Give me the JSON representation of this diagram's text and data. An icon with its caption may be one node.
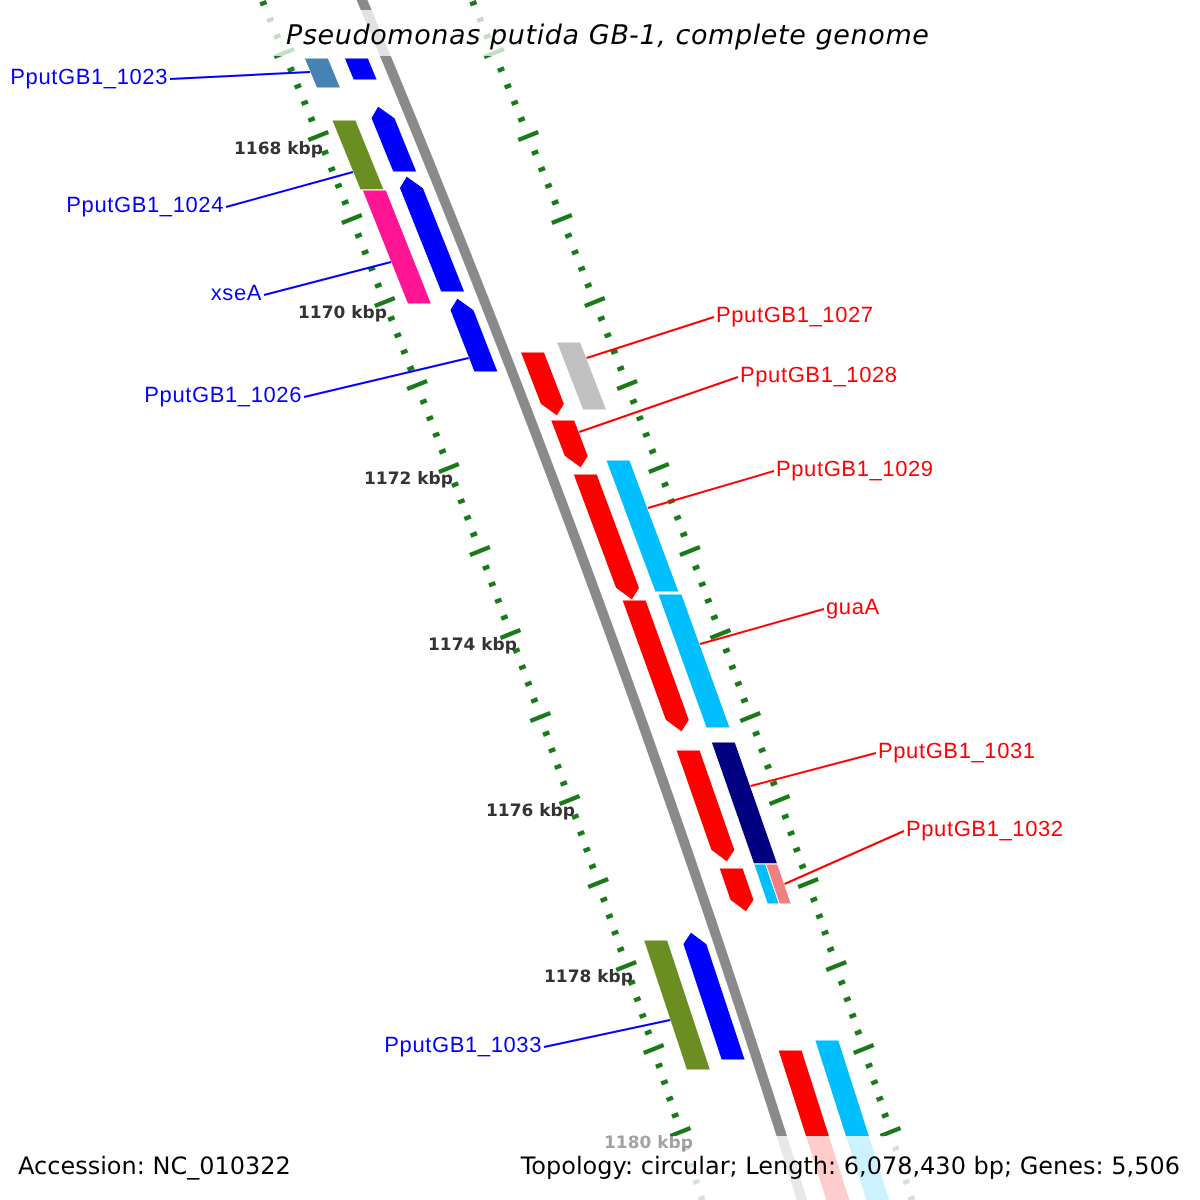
{
  "diagram": {
    "title": "Pseudomonas putida GB-1, complete genome",
    "nodes": [
      {
        "text": [
          "PputGB1_1023"
        ]
      },
      {
        "text": [
          "PputGB1_1024"
        ]
      },
      {
        "text": [
          "xseA"
        ]
      },
      {
        "text": [
          "PputGB1_1027"
        ]
      },
      {
        "text": [
          "PputGB1_1028"
        ]
      },
      {
        "text": [
          "PputGB1_1026"
        ]
      },
      {
        "text": [
          "PputGB1_1029"
        ]
      },
      {
        "text": [
          "guaA"
        ]
      },
      {
        "text": [
          "PputGB1_1031"
        ]
      },
      {
        "text": [
          "PputGB1_1032"
        ]
      },
      {
        "text": [
          "PputGB1_1033"
        ]
      },
      {
        "text": [],
        "shape": "bar"
      },
      {
        "text": [],
        "shape": "bar"
      },
      {
        "text": [],
        "shape": "arrow"
      },
      {
        "text": [],
        "shape": "bar"
      },
      {
        "text": [],
        "shape": "arrow"
      },
      {
        "text": [],
        "shape": "bar"
      },
      {
        "text": [],
        "shape": "arrow"
      },
      {
        "text": [],
        "shape": "bar"
      },
      {
        "text": [],
        "shape": "arrow"
      },
      {
        "text": [],
        "shape": "arrow"
      },
      {
        "text": [],
        "shape": "bar"
      },
      {
        "text": [],
        "shape": "arrow"
      },
      {
        "text": [],
        "shape": "bar"
      },
      {
        "text": [],
        "shape": "arrow"
      },
      {
        "text": [],
        "shape": "bar"
      },
      {
        "text": [],
        "shape": "arrow"
      },
      {
        "text": [],
        "shape": "bar"
      },
      {
        "text": [],
        "shape": "bar"
      },
      {
        "text": [],
        "shape": "arrow"
      },
      {
        "text": [],
        "shape": "arrow"
      },
      {
        "text": [],
        "shape": "bar"
      },
      {
        "text": [],
        "shape": "bar"
      },
      {
        "text": [],
        "shape": "bar"
      }
    ],
    "edges": [
      {
        "from": 0,
        "to": 11,
        "arrow": "none",
        "color": "#0000ff"
      },
      {
        "from": 1,
        "to": 14,
        "arrow": "none",
        "color": "#0000ff"
      },
      {
        "from": 2,
        "to": 16,
        "arrow": "none",
        "color": "#0000ff"
      },
      {
        "from": 3,
        "to": 18,
        "arrow": "none"
      },
      {
        "from": 4,
        "to": 20,
        "arrow": "none"
      },
      {
        "from": 5,
        "to": 17,
        "arrow": "none",
        "color": "#0000ff"
      },
      {
        "from": 6,
        "to": 21,
        "arrow": "none"
      },
      {
        "from": 7,
        "to": 23,
        "arrow": "none"
      },
      {
        "from": 8,
        "to": 25,
        "arrow": "none"
      },
      {
        "from": 9,
        "to": 28,
        "arrow": "none"
      },
      {
        "from": 10,
        "to": 31,
        "arrow": "none",
        "color": "#0000ff"
      }
    ],
    "labels": [
      "1168 kbp",
      "1170 kbp",
      "1172 kbp",
      "1174 kbp",
      "1176 kbp",
      "1178 kbp",
      "1180 kbp",
      "Accession: NC_010322",
      "Topology: circular; Length: 6,078,430 bp; Genes: 5,506"
    ]
  }
}
